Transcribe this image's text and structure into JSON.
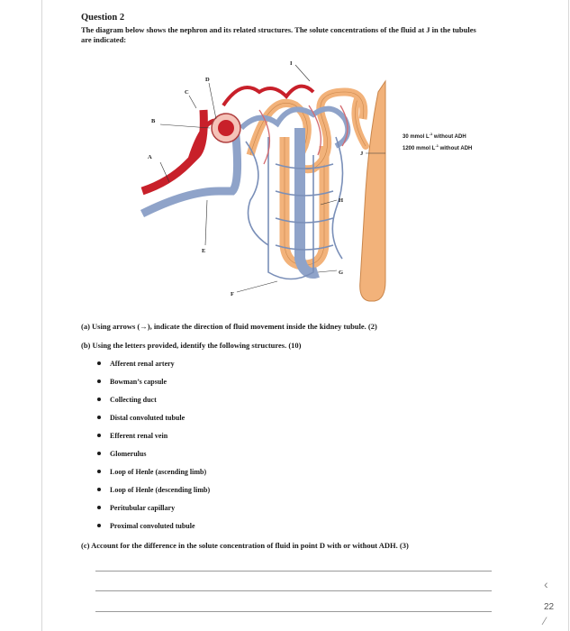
{
  "question": {
    "title": "Question 2",
    "intro": "The diagram below shows the nephron and its related structures. The solute concentrations of the fluid at J in the tubules are indicated:"
  },
  "diagram": {
    "labels": {
      "A": "A",
      "B": "B",
      "C": "C",
      "D": "D",
      "E": "E",
      "F": "F",
      "G": "G",
      "H": "H",
      "I": "I",
      "J": "J"
    },
    "concentration_1": "30 mmol L",
    "concentration_1_suffix": " without ADH",
    "concentration_2": "1200 mmol L",
    "concentration_2_suffix": " without ADH",
    "exponent": "-1"
  },
  "parts": {
    "a": "(a)   Using arrows (→), indicate the direction of fluid movement inside the kidney tubule. (2)",
    "b": "(b)   Using the letters provided, identify the following structures. (10)",
    "c": "(c)   Account for the difference in the solute concentration of fluid in point D with or without ADH. (3)"
  },
  "structures": [
    "Afferent renal artery",
    "Bowman’s capsule",
    "Collecting duct",
    "Distal convoluted tubule",
    "Efferent renal vein",
    "Glomerulus",
    "Loop of Henle (ascending limb)",
    "Loop of Henle (descending limb)",
    "Peritubular capillary",
    "Proximal convoluted tubule"
  ],
  "viewer": {
    "page_number": "22"
  },
  "colors": {
    "artery": "#c8202a",
    "vein": "#8fa3c9",
    "tubule": "#f2b27a",
    "tubule_edge": "#c9854a"
  }
}
